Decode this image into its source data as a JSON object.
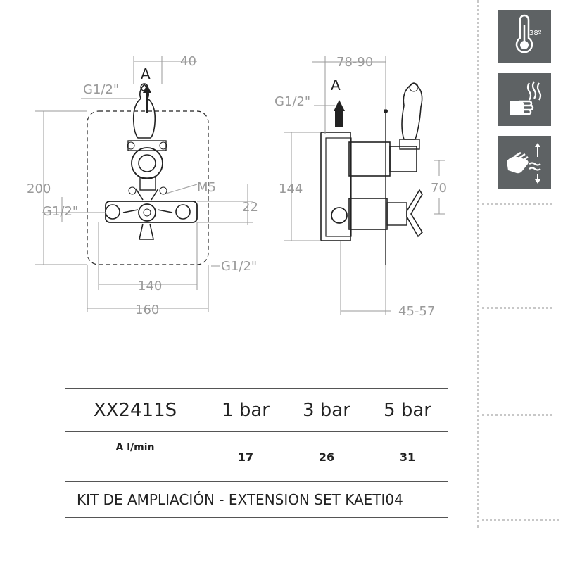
{
  "drawing": {
    "front": {
      "arrow_label": "A",
      "dim_top": "40",
      "g_top": "G1/2\"",
      "dim_height": "200",
      "dim_m5": "M5",
      "dim_22": "22",
      "g_left": "G1/2\"",
      "g_bottom": "G1/2\"",
      "dim_140": "140",
      "dim_160": "160"
    },
    "side": {
      "dim_top": "78-90",
      "arrow_label": "A",
      "g_top": "G1/2\"",
      "dim_144": "144",
      "dim_70": "70",
      "dim_bottom": "45-57"
    }
  },
  "icons": [
    {
      "name": "thermometer-icon",
      "label": "38º"
    },
    {
      "name": "hand-steam-icon"
    },
    {
      "name": "hand-flow-icon"
    }
  ],
  "table": {
    "model": "XX2411S",
    "pressures": [
      "1 bar",
      "3 bar",
      "5 bar"
    ],
    "flow_label": "A l/min",
    "flows": [
      "17",
      "26",
      "31"
    ],
    "kit": "KIT DE AMPLIACIÓN - EXTENSION SET KAETI04"
  }
}
